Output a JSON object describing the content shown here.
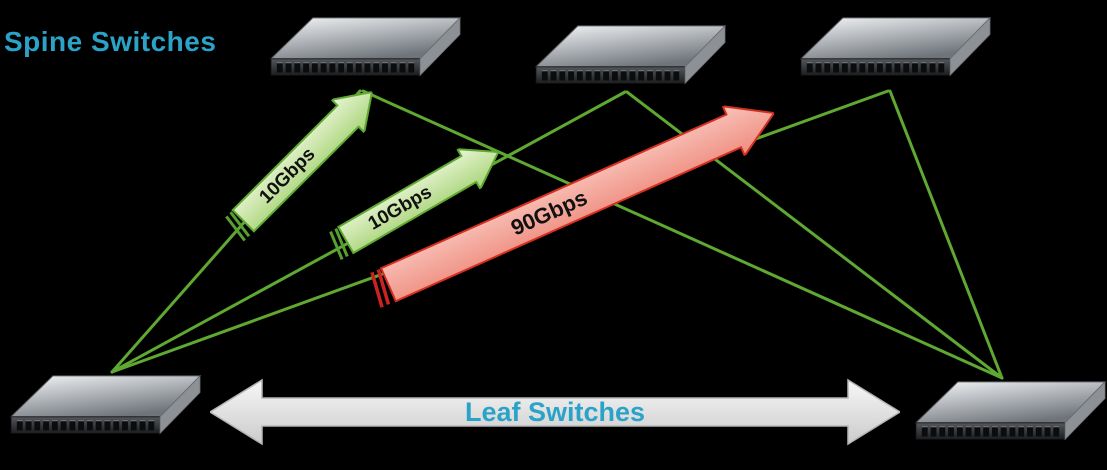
{
  "title": {
    "spine_label": "Spine Switches",
    "leaf_label": "Leaf Switches"
  },
  "links": [
    {
      "id": "uplink-left",
      "bandwidth": "10Gbps"
    },
    {
      "id": "uplink-middle",
      "bandwidth": "10Gbps"
    },
    {
      "id": "hot-link",
      "bandwidth": "90Gbps"
    }
  ],
  "topology": {
    "spine_switch_count": 3,
    "leaf_switch_count": 2,
    "connections": "full-mesh leaf-to-spine"
  },
  "colors": {
    "background": "#000000",
    "label_teal": "#2BA3C9",
    "line_green": "#5FA832",
    "green_arrow_fill": "#C9E6A5",
    "green_arrow_stroke": "#5FA832",
    "red_arrow_fill": "#F2A39B",
    "red_arrow_stroke": "#D43020",
    "gray_arrow_fill": "#DCDCDC"
  }
}
